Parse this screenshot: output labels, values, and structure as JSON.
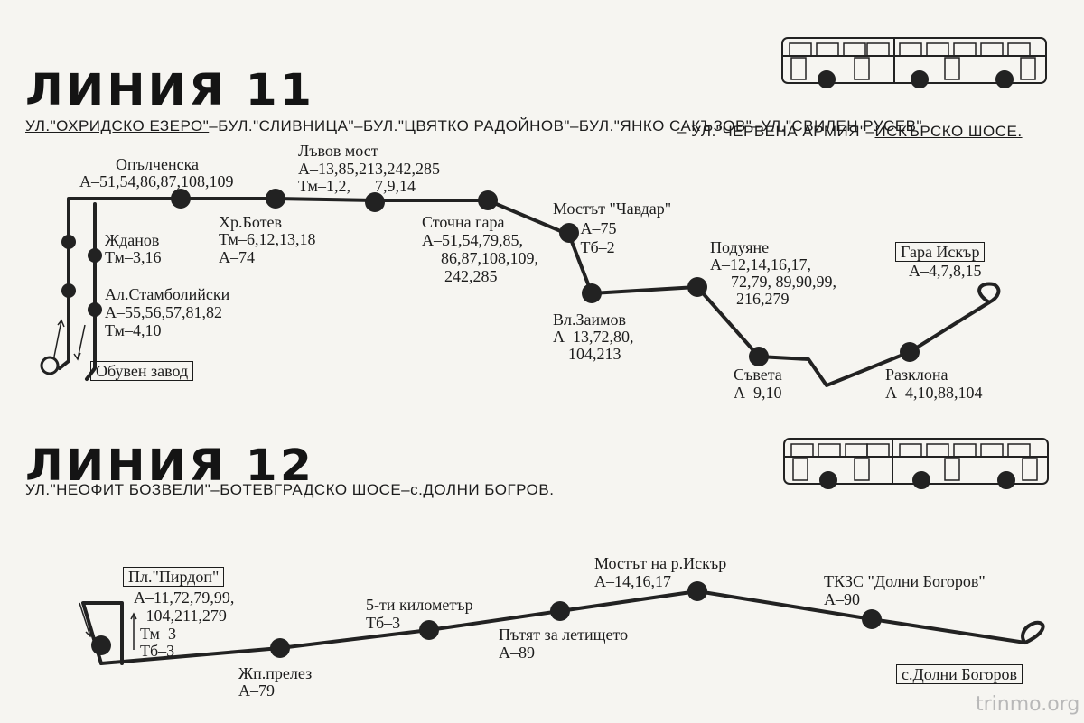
{
  "line11": {
    "title": "ЛИНИЯ 11",
    "streets_line1": [
      {
        "text": "УЛ.\"ОХРИДСКО ЕЗЕРО\"",
        "underline": true
      },
      {
        "text": "–БУЛ.\"СЛИВНИЦА\"–БУЛ.\"ЦВЯТКО РАДОЙНОВ\"–БУЛ.\"ЯНКО САКЪЗОВ\"–УЛ.\"СВИЛЕН РУСЕВ\"",
        "underline": false
      }
    ],
    "streets_line2": [
      {
        "text": "– УЛ.\"ЧЕРВЕНА АРМИЯ\"–",
        "underline": false
      },
      {
        "text": "ИСКЪРСКО ШОСЕ.",
        "underline": true
      }
    ],
    "stops": [
      {
        "name": "Опълченска",
        "lines": [
          "А–51,54,86,87,108,109"
        ]
      },
      {
        "name": "Лъвов мост",
        "lines": [
          "А–13,85,213,242,285",
          "Тм–1,2,      7,9,14"
        ]
      },
      {
        "name": "Жданов",
        "lines": [
          "Тм–3,16"
        ]
      },
      {
        "name": "Хр.Ботев",
        "lines": [
          "Тм–6,12,13,18",
          "А–74"
        ]
      },
      {
        "name": "Сточна гара",
        "lines": [
          "А–51,54,79,85,",
          "  86,87,108,109,",
          "  242,285"
        ]
      },
      {
        "name": "Мостът \"Чавдар\"",
        "lines": [
          "     А–75",
          "     Тб–2"
        ]
      },
      {
        "name": "Ал.Стамболийски",
        "lines": [
          "А–55,56,57,81,82",
          "Тм–4,10"
        ]
      },
      {
        "name": "Подуяне",
        "lines": [
          "А–12,14,16,17,",
          "  72,79, 89,90,99,",
          "  216,279"
        ]
      },
      {
        "name": "Гара Искър",
        "lines": [
          "А–4,7,8,15"
        ]
      },
      {
        "name": "Вл.Заимов",
        "lines": [
          "А–13,72,80,",
          "  104,213"
        ]
      },
      {
        "name": "Обувен завод",
        "lines": []
      },
      {
        "name": "Съвета",
        "lines": [
          "А–9,10"
        ]
      },
      {
        "name": "Разклона",
        "lines": [
          "А–4,10,88,104"
        ]
      }
    ]
  },
  "line12": {
    "title": "ЛИНИЯ 12",
    "streets_line1": [
      {
        "text": "УЛ.\"НЕОФИТ БОЗВЕЛИ\"",
        "underline": true
      },
      {
        "text": "–БОТЕВГРАДСКО ШОСЕ–",
        "underline": false
      },
      {
        "text": "с.ДОЛНИ БОГРОВ",
        "underline": true
      },
      {
        "text": ".",
        "underline": false
      }
    ],
    "stops": [
      {
        "name": "Пл.\"Пирдоп\"",
        "lines": [
          "А–11,72,79,99,",
          "   104,211,279"
        ]
      },
      {
        "name": "",
        "lines": [
          "Тм–3",
          "Тб–3"
        ]
      },
      {
        "name": "Мостът на р.Искър",
        "lines": [
          "А–14,16,17"
        ]
      },
      {
        "name": "ТКЗС \"Долни Богоров\"",
        "lines": [
          "А–90"
        ]
      },
      {
        "name": "5-ти километър",
        "lines": [
          "Тб–3"
        ]
      },
      {
        "name": "Пътят за летището",
        "lines": [
          "А–89"
        ]
      },
      {
        "name": "Жп.прелез",
        "lines": [
          "А–79"
        ]
      },
      {
        "name": "с.Долни Богоров",
        "lines": []
      }
    ]
  },
  "watermark": "trinmo.org",
  "colors": {
    "ink": "#1c1c1c",
    "paper": "#f6f5f1",
    "watermark": "#b8b8b8"
  }
}
